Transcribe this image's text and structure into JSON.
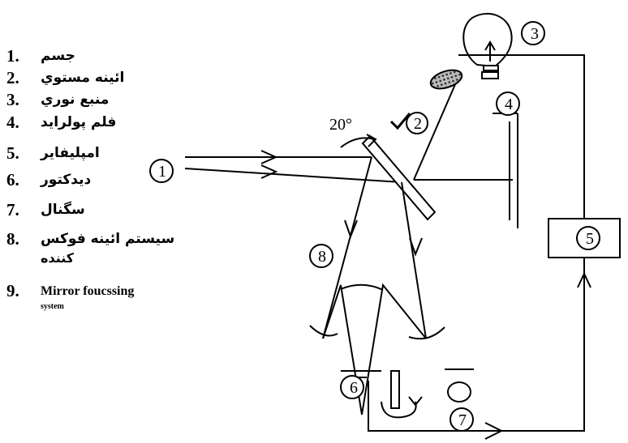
{
  "legend": {
    "items": [
      {
        "num": "1.",
        "text": "جسم"
      },
      {
        "num": "2.",
        "text": "ائينه مستوي"
      },
      {
        "num": "3.",
        "text": "منبع نوري"
      },
      {
        "num": "4.",
        "text": "فلم پولرايد"
      },
      {
        "num": "5.",
        "text": "امپليفاير"
      },
      {
        "num": "6.",
        "text": "ديدکتور"
      },
      {
        "num": "7.",
        "text": "سگنال"
      },
      {
        "num": "8.",
        "text": "سيستم ائينه فوکس",
        "sub": "کننده"
      },
      {
        "num": "9.",
        "text": "Mirror foucssing",
        "sub": "system"
      }
    ]
  },
  "diagram": {
    "angle_label": "20°",
    "labels": [
      "1",
      "2",
      "3",
      "4",
      "5",
      "6",
      "7",
      "8"
    ]
  }
}
